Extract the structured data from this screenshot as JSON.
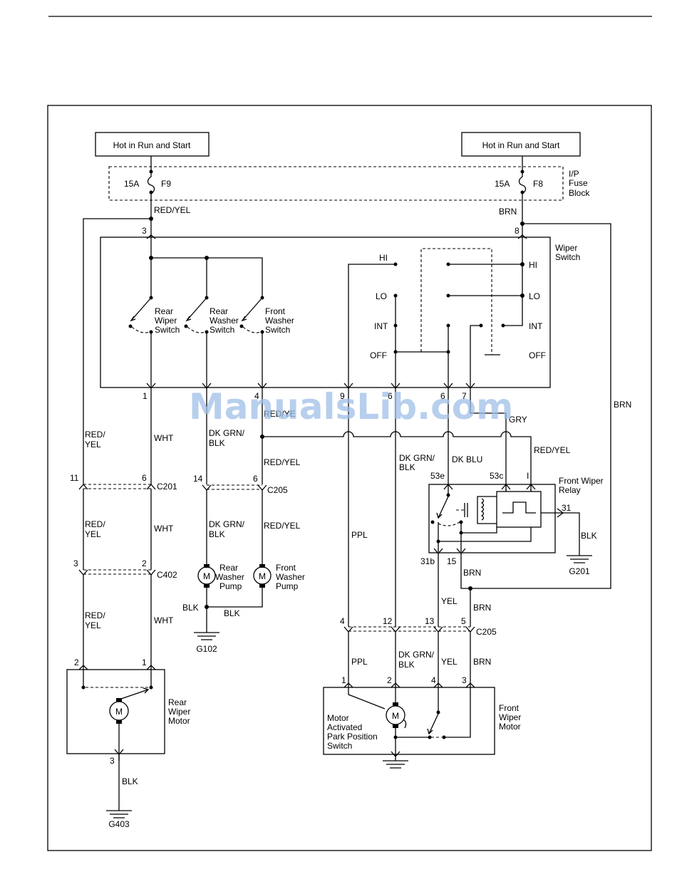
{
  "watermark": "ManualsLib.com",
  "power": {
    "left_label": "Hot in Run and Start",
    "right_label": "Hot in Run and Start",
    "fuse_block_label": [
      "I/P",
      "Fuse",
      "Block"
    ],
    "fuse_left": {
      "rating": "15A",
      "name": "F9"
    },
    "fuse_right": {
      "rating": "15A",
      "name": "F8"
    }
  },
  "wiper_switch": {
    "label": [
      "Wiper",
      "Switch"
    ],
    "positions_left": [
      "HI",
      "LO",
      "INT",
      "OFF"
    ],
    "positions_right": [
      "HI",
      "LO",
      "INT",
      "OFF"
    ],
    "rear_wiper_switch": [
      "Rear",
      "Wiper",
      "Switch"
    ],
    "rear_washer_switch": [
      "Rear",
      "Washer",
      "Switch"
    ],
    "front_washer_switch": [
      "Front",
      "Washer",
      "Switch"
    ]
  },
  "relay": {
    "label": [
      "Front Wiper",
      "Relay"
    ],
    "pins": {
      "p53e": "53e",
      "p53c": "53c",
      "pI": "I",
      "p31": "31",
      "p31b": "31b",
      "p15": "15"
    }
  },
  "pumps": {
    "motor_symbol": "M",
    "rear": [
      "Rear",
      "Washer",
      "Pump"
    ],
    "front": [
      "Front",
      "Washer",
      "Pump"
    ]
  },
  "rear_wiper_motor": [
    "Rear",
    "Wiper",
    "Motor"
  ],
  "front_wiper_motor": [
    "Front",
    "Wiper",
    "Motor"
  ],
  "park_switch": [
    "Motor",
    "Activated",
    "Park Position",
    "Switch"
  ],
  "connectors": {
    "c201": "C201",
    "c402": "C402",
    "c205a": "C205",
    "c205b": "C205"
  },
  "grounds": {
    "g102": "G102",
    "g201": "G201",
    "g403": "G403"
  },
  "wires": {
    "red_yel": "RED/YEL",
    "red_slash": "RED/",
    "yel": "YEL",
    "red_yel_obscured": "RED/YE",
    "brn": "BRN",
    "wht": "WHT",
    "dk_grn_slash": "DK GRN/",
    "blk": "BLK",
    "ppl": "PPL",
    "dk_blu": "DK BLU",
    "gry": "GRY"
  },
  "pin_numbers": {
    "n1": "1",
    "n2": "2",
    "n3": "3",
    "n4": "4",
    "n5": "5",
    "n6": "6",
    "n7": "7",
    "n8": "8",
    "n9": "9",
    "n11": "11",
    "n12": "12",
    "n13": "13",
    "n14": "14"
  }
}
